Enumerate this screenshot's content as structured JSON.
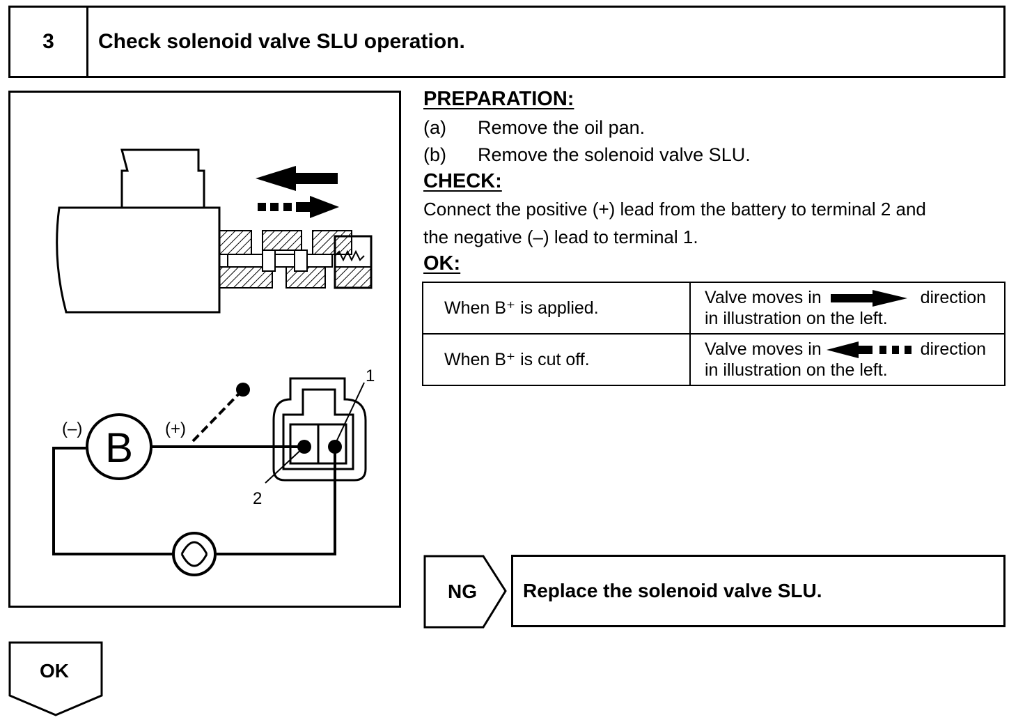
{
  "header": {
    "step_number": "3",
    "title": "Check solenoid valve SLU operation."
  },
  "illustration": {
    "battery_label": "B",
    "minus_label": "(–)",
    "plus_label": "(+)",
    "terminal_1": "1",
    "terminal_2": "2"
  },
  "preparation": {
    "heading": "PREPARATION:",
    "steps": [
      {
        "marker": "(a)",
        "text": "Remove the oil pan."
      },
      {
        "marker": "(b)",
        "text": "Remove the solenoid valve SLU."
      }
    ]
  },
  "check": {
    "heading": "CHECK:",
    "lines": [
      "Connect the positive (+) lead from the battery to terminal 2 and",
      "the negative (–) lead to terminal 1."
    ]
  },
  "ok_section": {
    "heading": "OK:",
    "rows": [
      {
        "condition": "When B⁺ is applied.",
        "result_pre": "Valve moves in",
        "result_post": "direction",
        "result_line2": "in illustration on the left."
      },
      {
        "condition": "When B⁺ is cut off.",
        "result_pre": "Valve moves in",
        "result_post": "direction",
        "result_line2": "in illustration on the left."
      }
    ]
  },
  "ng": {
    "tag": "NG",
    "action": "Replace the solenoid valve SLU."
  },
  "ok_tag": "OK"
}
